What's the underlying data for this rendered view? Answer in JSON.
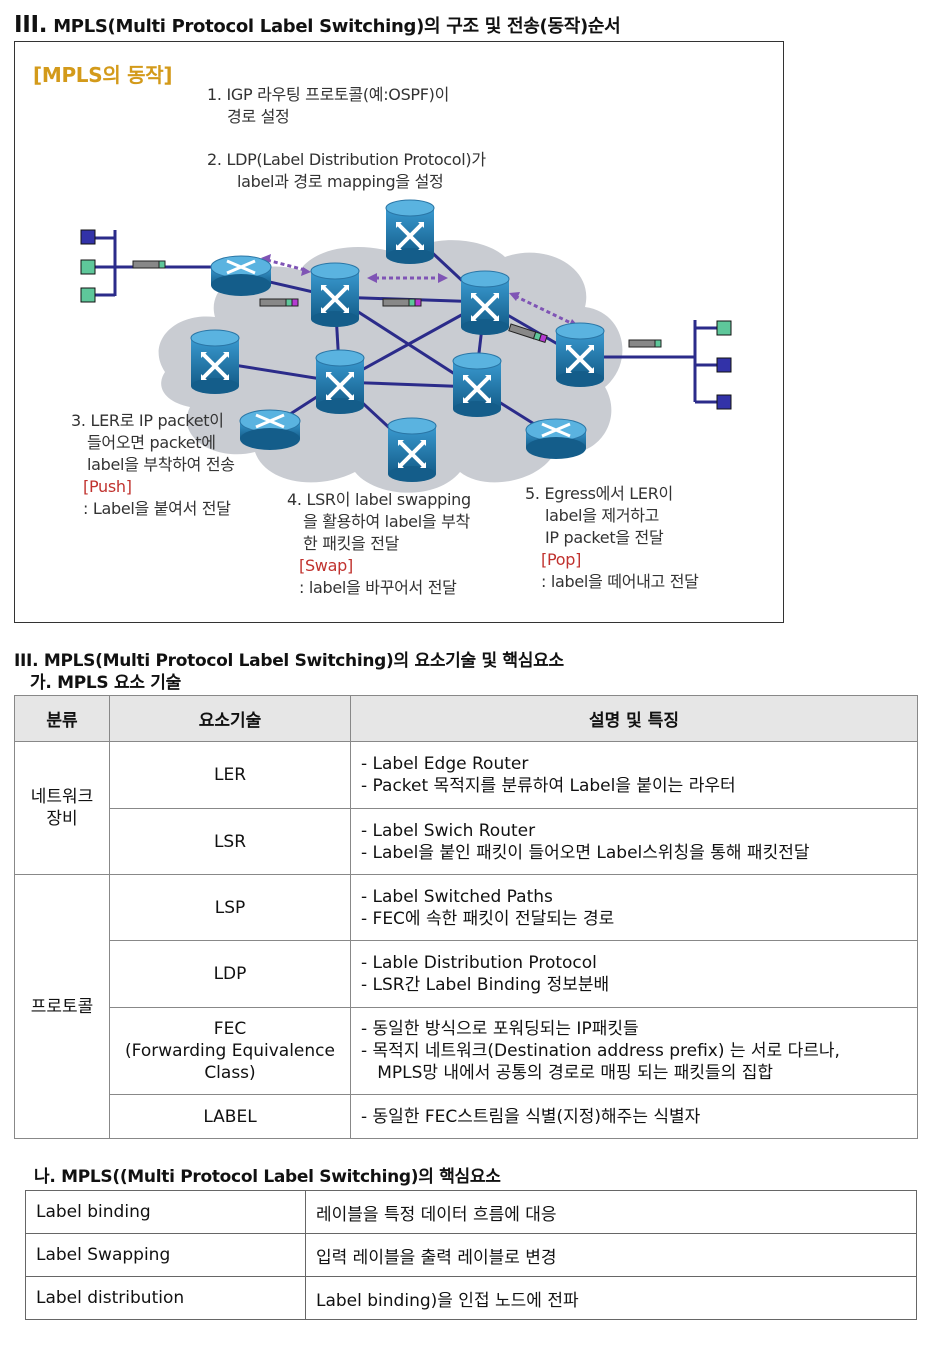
{
  "section3_title_prefix": "III.",
  "section3_title": "MPLS(Multi Protocol Label Switching)의 구조 및 전송(동작)순서",
  "figure": {
    "heading": "[MPLS의 동작]",
    "step1_line1": "1. IGP 라우팅 프로토콜(예:OSPF)이",
    "step1_line2": "경로 설정",
    "step2_line1": "2. LDP(Label Distribution Protocol)가",
    "step2_line2": "label과 경로 mapping을 설정",
    "step3_line1": "3. LER로 IP packet이",
    "step3_line2": "들어오면 packet에",
    "step3_line3": "label을 부착하여 전송",
    "step3_tag": "[Push]",
    "step3_note": ": Label을 붙여서 전달",
    "step4_line1": "4. LSR이 label swapping",
    "step4_line2": "을 활용하여 label을 부착",
    "step4_line3": "한 패킷을 전달",
    "step4_tag": "[Swap]",
    "step4_note": ": label을 바꾸어서 전달",
    "step5_line1": "5. Egress에서 LER이",
    "step5_line2": "label을 제거하고",
    "step5_line3": "IP packet을 전달",
    "step5_tag": "[Pop]",
    "step5_note": ": label을 떼어내고 전달"
  },
  "section_elements_title": "III. MPLS(Multi Protocol Label Switching)의 요소기술 및 핵심요소",
  "sub_a_title": "가. MPLS 요소 기술",
  "tech_table": {
    "headers": [
      "분류",
      "요소기술",
      "설명 및 특징"
    ],
    "groups": [
      {
        "category": "네트워크\n장비",
        "rows": [
          {
            "tech": "LER",
            "desc": [
              "- Label Edge Router",
              "- Packet 목적지를 분류하여 Label을 붙이는 라우터"
            ]
          },
          {
            "tech": "LSR",
            "desc": [
              "- Label Swich Router",
              "- Label을 붙인 패킷이 들어오면 Label스위칭을 통해 패킷전달"
            ]
          }
        ]
      },
      {
        "category": "프로토콜",
        "rows": [
          {
            "tech": "LSP",
            "desc": [
              "- Label Switched Paths",
              "- FEC에 속한 패킷이 전달되는 경로"
            ]
          },
          {
            "tech": "LDP",
            "desc": [
              "- Lable Distribution Protocol",
              "- LSR간 Label Binding 정보분배"
            ]
          },
          {
            "tech": "FEC\n(Forwarding Equivalence\nClass)",
            "desc": [
              "- 동일한 방식으로 포워딩되는 IP패킷들",
              "- 목적지 네트워크(Destination address prefix) 는 서로 다르나,",
              "   MPLS망 내에서 공통의 경로로 매핑 되는 패킷들의 집합"
            ]
          },
          {
            "tech": "LABEL",
            "desc": [
              "- 동일한 FEC스트림을 식별(지정)해주는 식별자"
            ]
          }
        ]
      }
    ]
  },
  "sub_b_title": "나. MPLS((Multi Protocol Label Switching)의 핵심요소",
  "core_table": [
    {
      "term": "Label binding",
      "meaning": "레이블을 특정 데이터 흐름에 대응"
    },
    {
      "term": "Label Swapping",
      "meaning": "입력 레이블을 출력 레이블로 변경"
    },
    {
      "term": "Label distribution",
      "meaning": "Label binding)을 인접 노드에 전파"
    }
  ],
  "colors": {
    "router_blue": "#1f7fb0",
    "link_navy": "#2b2b8a",
    "cloud_gray": "#c9ccd2",
    "push_red": "#c0322e",
    "heading_gold": "#d39a1a"
  }
}
